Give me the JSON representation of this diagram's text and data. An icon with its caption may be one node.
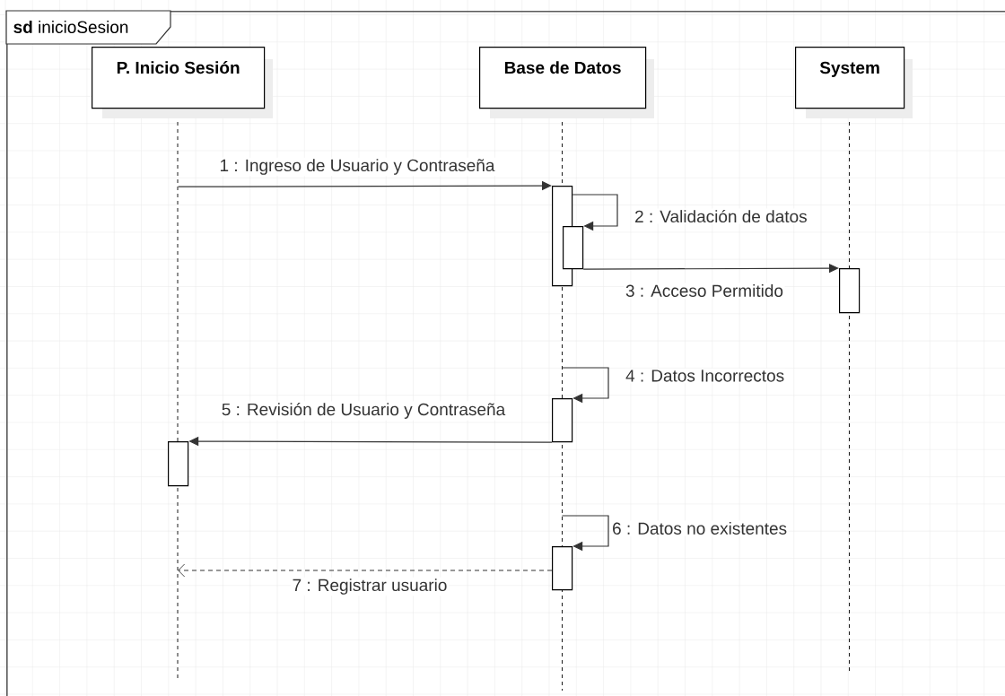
{
  "diagram": {
    "nodes": [
      {
        "text": [
          "**sd** inicioSesion"
        ]
      },
      {
        "text": [
          "P. Inicio Sesión"
        ],
        "in": 0
      },
      {
        "text": [
          "Base de Datos"
        ],
        "in": 0
      },
      {
        "text": [
          "System"
        ],
        "in": 0
      },
      {
        "text": [],
        "shape": "bar",
        "in": 0
      },
      {
        "text": [],
        "shape": "bar",
        "in": 0
      },
      {
        "text": [],
        "shape": "bar",
        "in": 0
      },
      {
        "text": [],
        "shape": "bar",
        "in": 0
      },
      {
        "text": [],
        "shape": "bar",
        "in": 0
      },
      {
        "text": [],
        "shape": "bar",
        "in": 0
      }
    ],
    "edges": [
      {
        "from": 1,
        "to": 4,
        "arrow": "to",
        "label": "1 : Ingreso de Usuario y Contraseña"
      },
      {
        "from": 4,
        "to": 5,
        "arrow": "to",
        "label": "2 : Validación de datos"
      },
      {
        "from": 5,
        "to": 6,
        "arrow": "to",
        "label": "3 : Acceso Permitido"
      },
      {
        "from": null,
        "to": 7,
        "arrow": "to",
        "label": "4 : Datos Incorrectos"
      },
      {
        "from": 7,
        "to": 8,
        "arrow": "to",
        "label": "5 : Revisión de Usuario y Contraseña"
      },
      {
        "from": null,
        "to": 9,
        "arrow": "to",
        "label": "6 : Datos no existentes"
      },
      {
        "from": 9,
        "to": null,
        "arrow": "to",
        "label": "7 : Registrar usuario",
        "style": "dashed"
      }
    ]
  }
}
